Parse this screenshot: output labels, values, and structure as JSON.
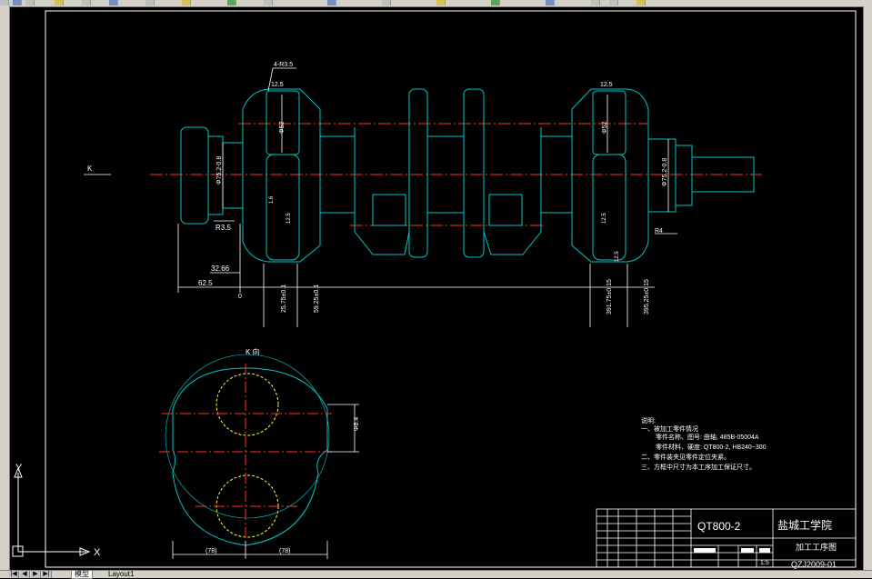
{
  "toolbar": {
    "icons": [
      "new-icon",
      "open-icon",
      "save-icon",
      "print-icon",
      "cut-icon",
      "copy-icon",
      "paste-icon",
      "undo-icon",
      "redo-icon",
      "pan-icon",
      "zoom-icon",
      "properties-icon"
    ]
  },
  "tabs": {
    "model": "模型",
    "layout1": "Layout1"
  },
  "nav": {
    "first": "|◀",
    "prev": "◀",
    "next": "▶",
    "last": "▶|"
  },
  "ucs": {
    "x": "X",
    "y": "Y"
  },
  "drawing": {
    "view_label": "K",
    "k_view_title": "K 向",
    "roughness": {
      "r1": "4-R3.5",
      "r2": "12.5",
      "r3": "12.5",
      "r4": "12.5",
      "r5": "12.5",
      "r6": "12.5"
    },
    "dims": {
      "d_phi_main": "Φ52",
      "d_phi_right": "Φ52",
      "d_phi_left_small": "Φ75.2-0.8",
      "d_phi_right_small": "Φ75.2-0.8",
      "d_r35": "R3.5",
      "d_r4": "R4",
      "d_3266": "32.66",
      "d_625": "62.5",
      "d_0": "0",
      "d_25": "25.75±0.1",
      "d_59": "59.25±0.1",
      "d_391": "391.75±0.15",
      "d_395": "395.25±0.15",
      "d_side": "Φ8.4",
      "d_k_left": "(78)",
      "d_k_right": "(78)",
      "d_16": "1.6",
      "d_125a": "12.5",
      "d_125b": "12.5"
    },
    "notes": {
      "title": "说明:",
      "line1": "一、被加工零件情况",
      "line2": "零件名称、图号: 曲轴, 485B-05004A",
      "line3": "零件材料、硬度: QT800-2, HB240~300",
      "line4": "二、零件装夹见零件定位夹紧。",
      "line5": "三、方框中尺寸为本工序加工保证尺寸。"
    },
    "title_block": {
      "material": "QT800-2",
      "school": "盐城工学院",
      "drawing_type": "加工工序图",
      "drawing_no": "QZJ2009-01",
      "scale": "1:5"
    }
  },
  "colors": {
    "outline": "#ffffff",
    "part": "#00c8c8",
    "center": "#ff3030",
    "dashed_circle": "#ffff40",
    "background": "#000000"
  }
}
